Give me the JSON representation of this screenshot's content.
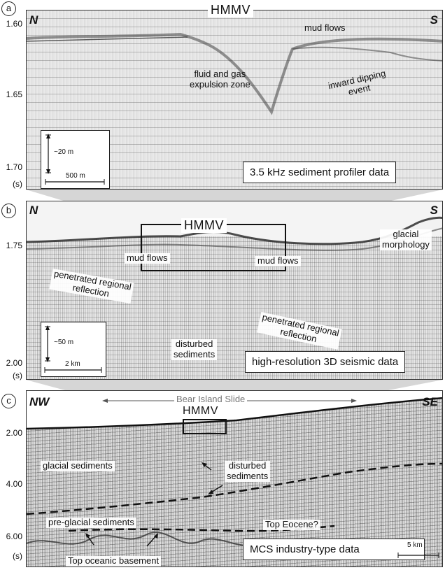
{
  "panels": {
    "a": {
      "letter": "a",
      "title": "HMMV",
      "dir_left": "N",
      "dir_right": "S",
      "y_ticks": [
        "1.60",
        "1.65",
        "1.70"
      ],
      "y_unit": "(s)",
      "labels": {
        "mud_flows": "mud flows",
        "fluid_gas": [
          "fluid and gas",
          "expulsion zone"
        ],
        "inward": [
          "inward dipping",
          "event"
        ]
      },
      "scale": {
        "vertical": "~20 m",
        "horizontal": "500 m"
      },
      "data_label": "3.5 kHz sediment profiler data"
    },
    "b": {
      "letter": "b",
      "title": "HMMV",
      "dir_left": "N",
      "dir_right": "S",
      "y_ticks": [
        "1.75",
        "2.00"
      ],
      "y_unit": "(s)",
      "labels": {
        "mud_flows_left": "mud flows",
        "mud_flows_right": "mud flows",
        "glacial": [
          "glacial",
          "morphology"
        ],
        "penetrated_left": [
          "penetrated regional",
          "reflection"
        ],
        "penetrated_right": [
          "penetrated regional",
          "reflection"
        ],
        "disturbed": [
          "disturbed",
          "sediments"
        ]
      },
      "scale": {
        "vertical": "~50 m",
        "horizontal": "2 km"
      },
      "data_label": "high-resolution 3D seismic data"
    },
    "c": {
      "letter": "c",
      "title": "HMMV",
      "dir_left": "NW",
      "dir_right": "SE",
      "slide_label": "Bear Island Slide",
      "y_ticks": [
        "2.00",
        "4.00",
        "6.00"
      ],
      "y_unit": "(s)",
      "labels": {
        "glacial_sediments": "glacial sediments",
        "disturbed": [
          "disturbed",
          "sediments"
        ],
        "pre_glacial": "pre-glacial sediments",
        "top_eocene": "Top Eocene?",
        "top_oceanic": "Top oceanic basement"
      },
      "scale": {
        "horizontal": "5 km"
      },
      "data_label": "MCS industry-type data"
    }
  }
}
